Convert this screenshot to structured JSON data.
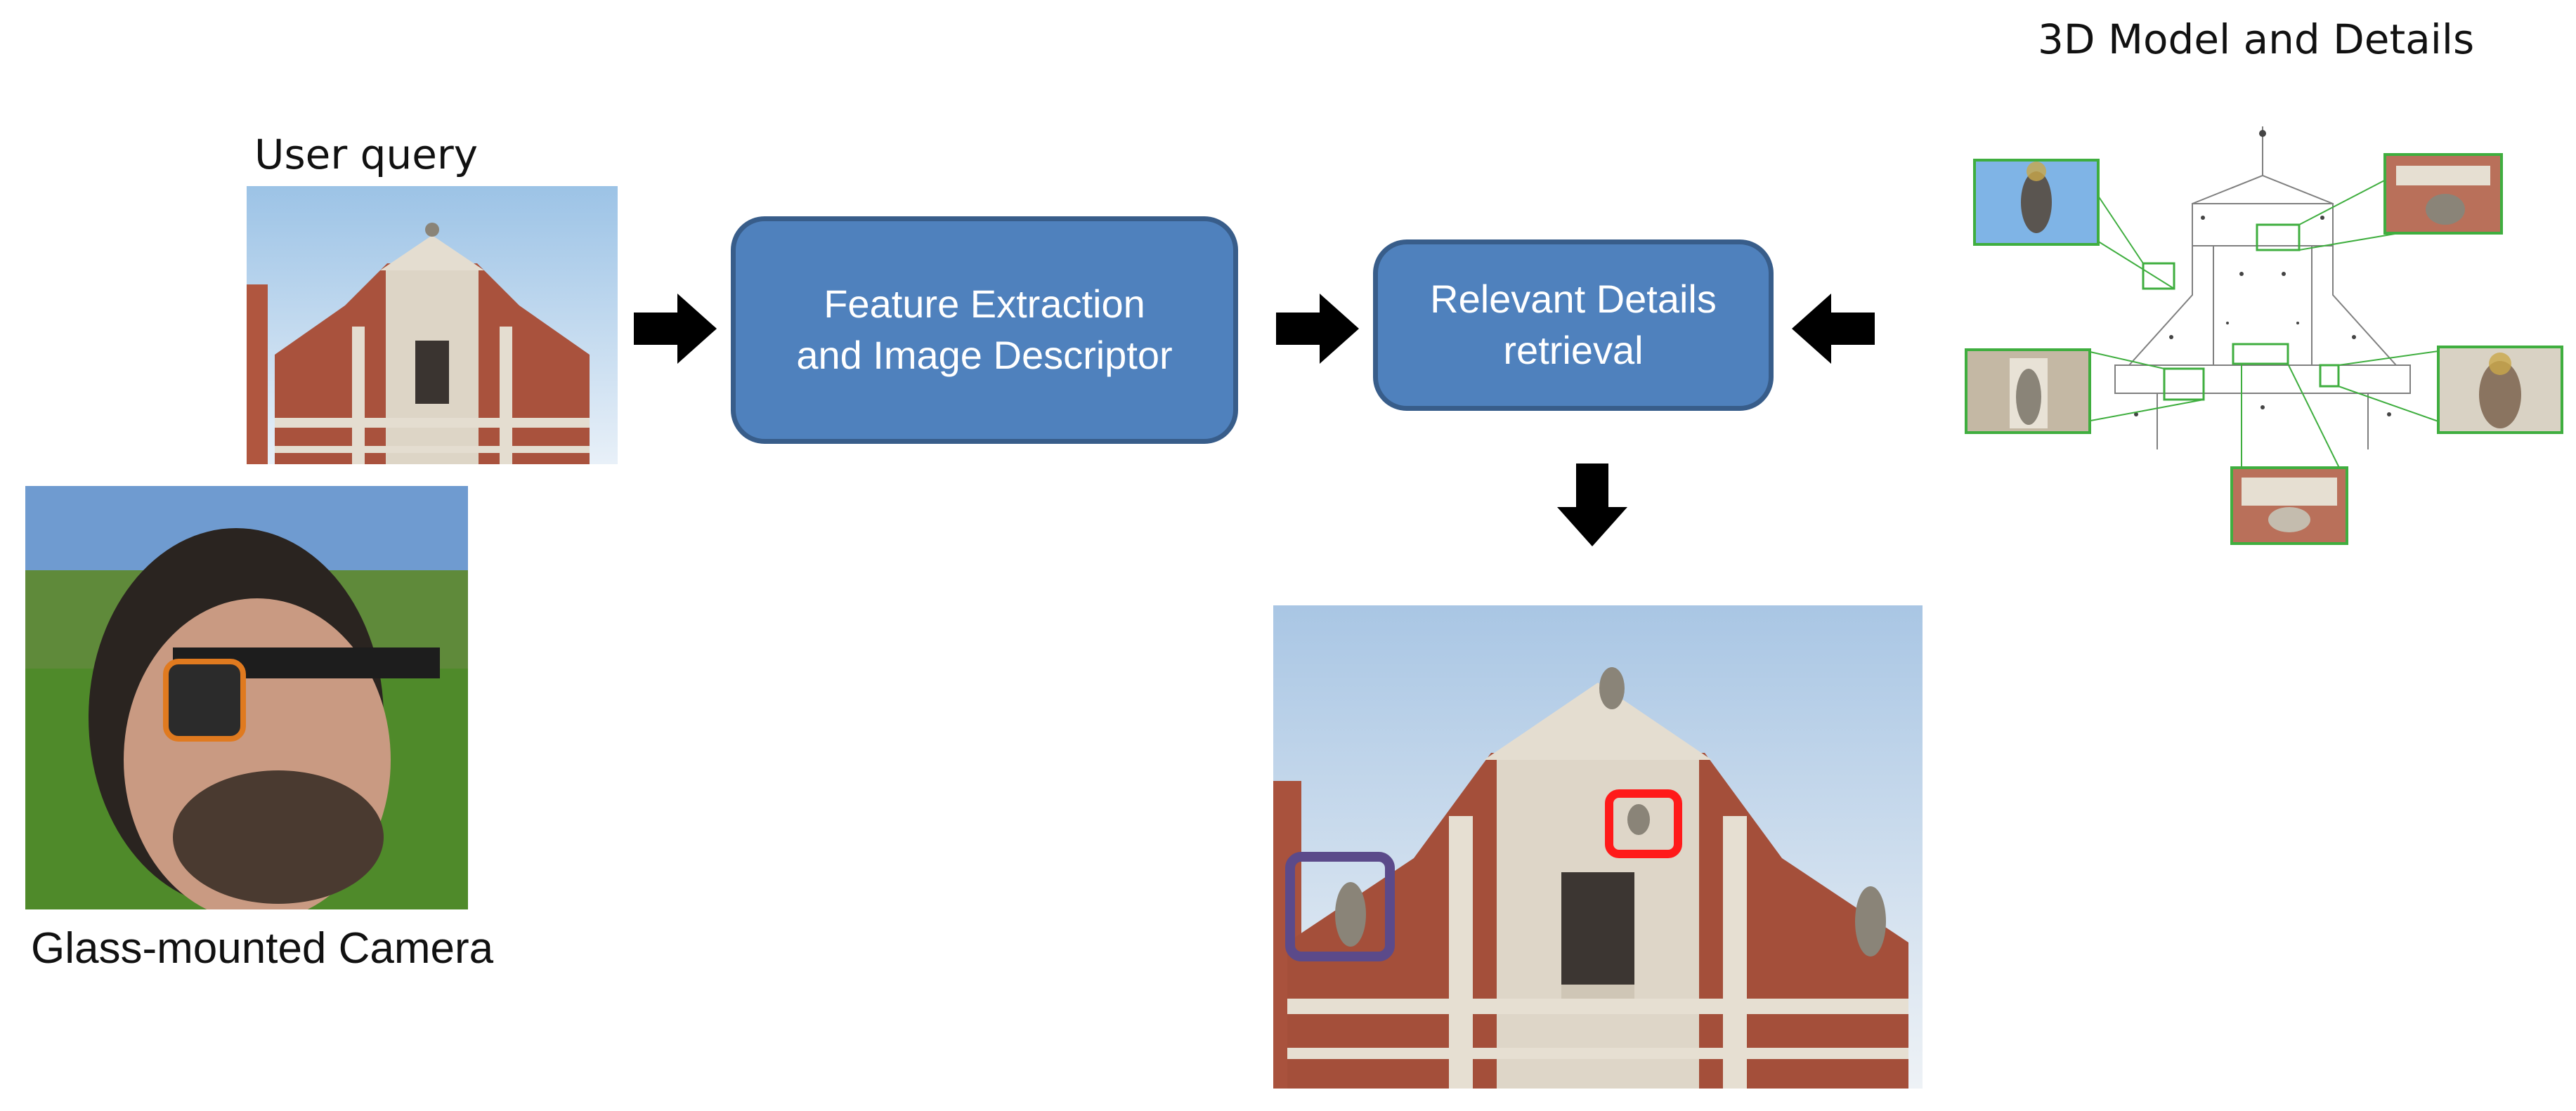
{
  "labels": {
    "user_query": "User query",
    "glass_camera": "Glass-mounted Camera",
    "model_title": "3D Model and Details"
  },
  "boxes": {
    "feature": "Feature Extraction\nand Image Descriptor",
    "relevant": "Relevant Details\nretrieval"
  },
  "colors": {
    "box_fill": "#4f81bd",
    "box_border": "#385d8a",
    "detail_highlight_red": "#ff1a1a",
    "detail_highlight_purple": "#5b4a8a",
    "model_callout_green": "#3fae3f"
  }
}
